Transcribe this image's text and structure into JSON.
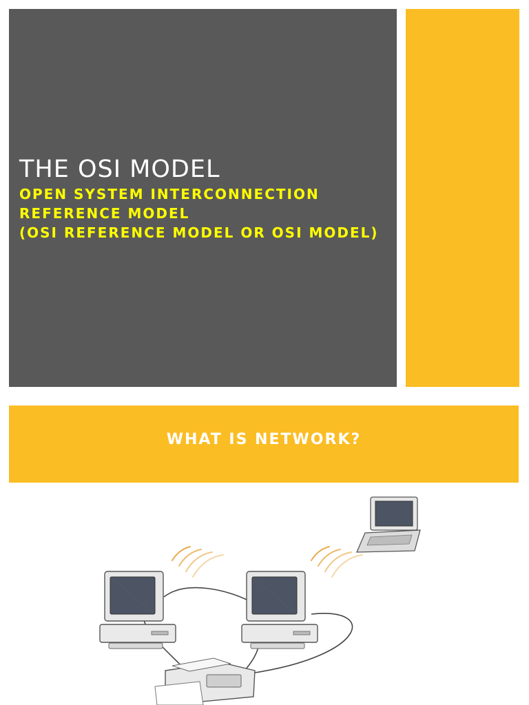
{
  "slide1": {
    "title": "THE OSI MODEL",
    "subtitle_lines": [
      "OPEN SYSTEM INTERCONNECTION",
      "REFERENCE MODEL",
      "(OSI REFERENCE MODEL OR OSI MODEL)"
    ],
    "colors": {
      "background": "#595959",
      "accent": "#fbbd24",
      "title": "#ffffff",
      "subtitle": "#ffff00"
    }
  },
  "slide2": {
    "title": "WHAT IS NETWORK?",
    "colors": {
      "banner": "#fbbd24",
      "title": "#ffffff"
    },
    "illustration": {
      "devices": [
        "desktop-computer-icon",
        "desktop-computer-icon",
        "laptop-icon",
        "printer-icon"
      ],
      "connections": [
        "cable",
        "cable",
        "wireless-signal",
        "wireless-signal"
      ]
    }
  }
}
